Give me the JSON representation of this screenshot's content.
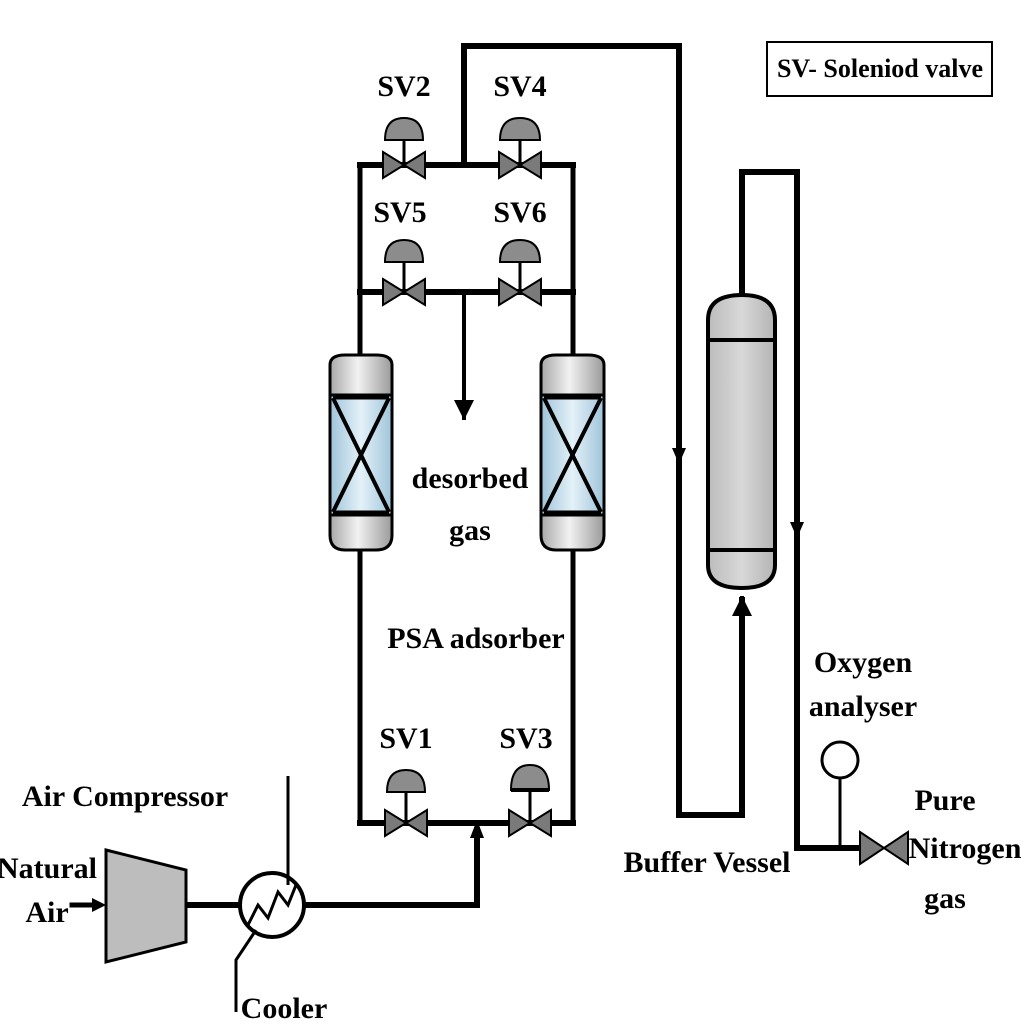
{
  "legend": {
    "text": "SV- Soleniod valve"
  },
  "valves": {
    "sv1": "SV1",
    "sv2": "SV2",
    "sv3": "SV3",
    "sv4": "SV4",
    "sv5": "SV5",
    "sv6": "SV6"
  },
  "labels": {
    "desorbed_line1": "desorbed",
    "desorbed_line2": "gas",
    "psa_adsorber": "PSA adsorber",
    "air_compressor": "Air Compressor",
    "natural_line1": "Natural",
    "natural_line2": "Air",
    "cooler": "Cooler",
    "buffer_vessel": "Buffer  Vessel",
    "oxygen_line1": "Oxygen",
    "oxygen_line2": "analyser",
    "pure_line1": "Pure",
    "pure_line2": "Nitrogen",
    "pure_line3": "gas"
  },
  "colors": {
    "line": "#000000",
    "vessel_body": "#d4d4d4",
    "vessel_cap": "#e6e6e6",
    "bed_fill": "#c8e1ef",
    "buffer_body": "#c9c9c9",
    "valve_fill": "#8c8c8c",
    "compressor_fill": "#bdbdbd"
  }
}
